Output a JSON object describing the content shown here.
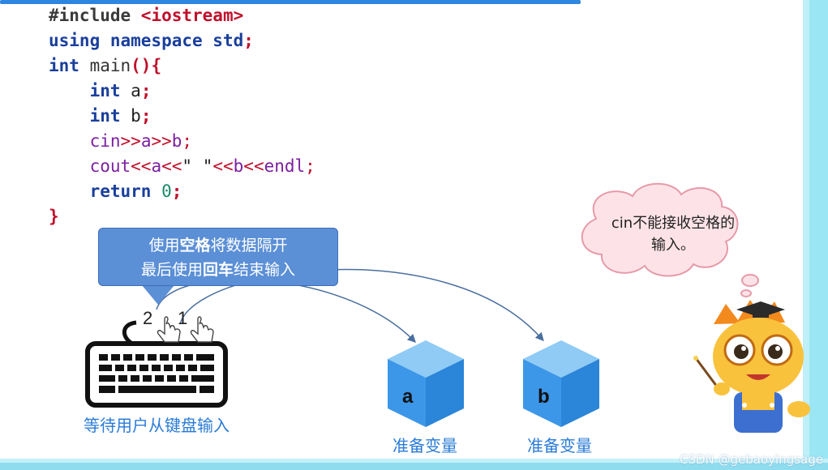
{
  "code": {
    "lines": [
      [
        "#include ",
        "<iostream>"
      ],
      [
        "using",
        " namespace ",
        "std",
        ";"
      ],
      [
        "int",
        " main",
        "(){"
      ],
      [
        "    int",
        " a",
        ";"
      ],
      [
        "    int",
        " b",
        ";"
      ],
      [
        "    cin",
        ">>",
        "a",
        ">>",
        "b",
        ";"
      ],
      [
        "    cout",
        "<<",
        "a",
        "<<",
        "\" \"",
        "<<",
        "b",
        "<<",
        "endl",
        ";"
      ],
      [
        "    return",
        " 0",
        ";"
      ],
      [
        "}"
      ]
    ]
  },
  "callout": {
    "line1_pre": "使用",
    "line1_bold": "空格",
    "line1_post": "将数据隔开",
    "line2_pre": "最后使用",
    "line2_bold": "回车",
    "line2_post": "结束输入"
  },
  "thought_cloud": {
    "text": "cin不能接收空格的输入。"
  },
  "keyboard": {
    "label": "等待用户从键盘输入",
    "finger_labels": [
      "2",
      "1"
    ]
  },
  "variables": [
    {
      "letter": "a",
      "label": "准备变量"
    },
    {
      "letter": "b",
      "label": "准备变量"
    }
  ],
  "watermark": "CSDN @gebaoyingsage",
  "colors": {
    "callout": "#5b8fd6",
    "box": "#3d97e8",
    "label": "#2a7bd6",
    "border_top": "#2e86e0"
  },
  "icons": [
    "keyboard-icon",
    "pointing-hand-icon",
    "dragon-teacher-mascot",
    "cube-icon",
    "thought-cloud"
  ]
}
